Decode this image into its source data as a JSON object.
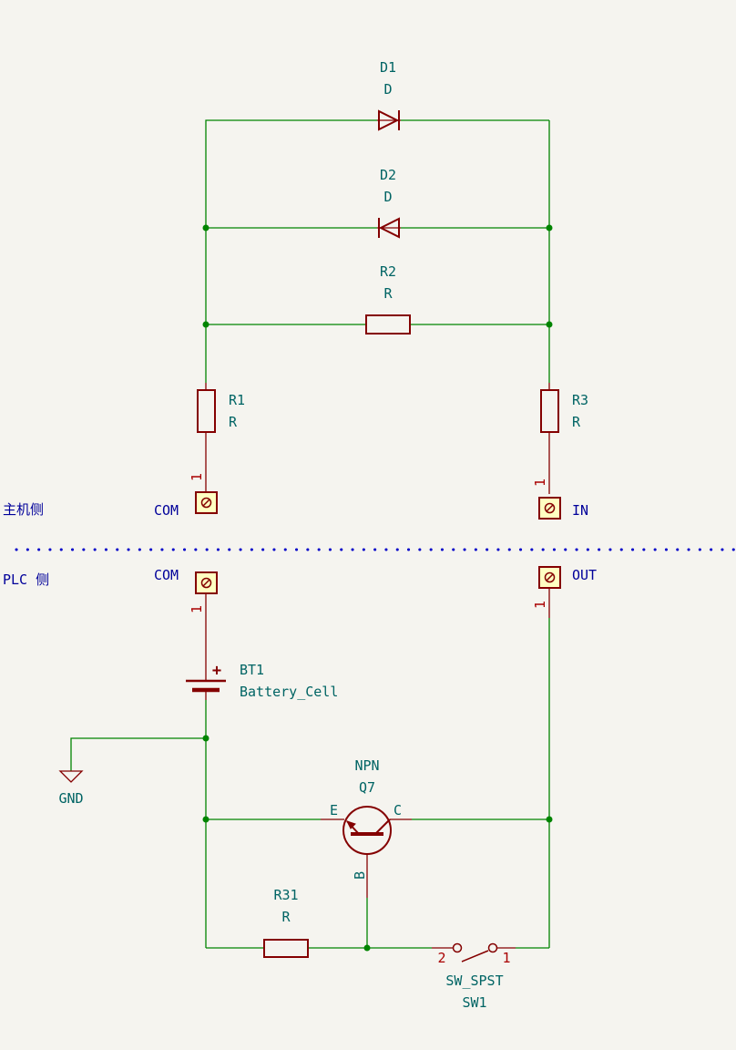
{
  "components": {
    "D1": {
      "ref": "D1",
      "value": "D"
    },
    "D2": {
      "ref": "D2",
      "value": "D"
    },
    "R2": {
      "ref": "R2",
      "value": "R"
    },
    "R1": {
      "ref": "R1",
      "value": "R"
    },
    "R3": {
      "ref": "R3",
      "value": "R"
    },
    "BT1": {
      "ref": "BT1",
      "value": "Battery_Cell",
      "plus": "+"
    },
    "Q7": {
      "ref": "Q7",
      "value": "NPN",
      "pin_e": "E",
      "pin_c": "C",
      "pin_b": "B"
    },
    "R31": {
      "ref": "R31",
      "value": "R"
    },
    "SW1": {
      "ref": "SW1",
      "value": "SW_SPST",
      "pin1": "1",
      "pin2": "2"
    }
  },
  "connectors": {
    "host_com": {
      "label": "COM",
      "pin": "1"
    },
    "host_in": {
      "label": "IN",
      "pin": "1"
    },
    "plc_com": {
      "label": "COM",
      "pin": "1"
    },
    "plc_out": {
      "label": "OUT",
      "pin": "1"
    }
  },
  "power": {
    "gnd": "GND"
  },
  "sections": {
    "host": "主机侧",
    "plc": "PLC 侧"
  },
  "colors": {
    "background": "#f5f4ef",
    "wire": "#008400",
    "symbol": "#840000",
    "reference_text": "#006464",
    "label_text": "#00009a",
    "divider": "#0000c8"
  }
}
